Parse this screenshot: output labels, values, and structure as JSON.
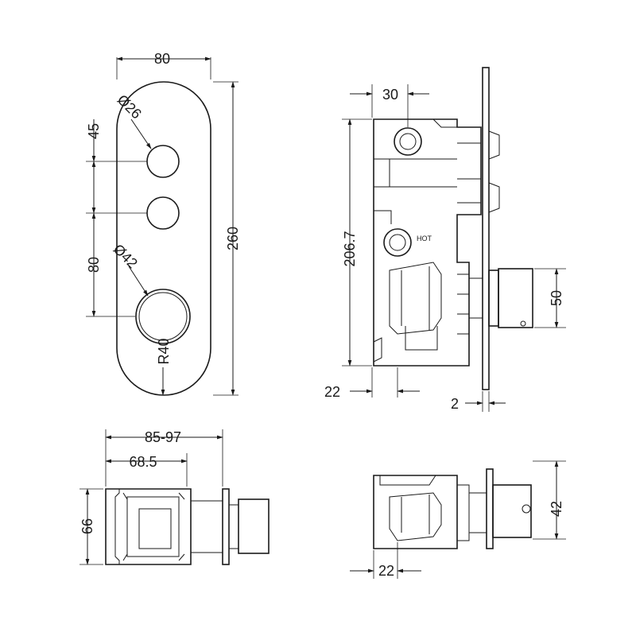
{
  "colors": {
    "line": "#1a1a1a",
    "background": "#ffffff"
  },
  "front_view": {
    "width": "80",
    "small_dia": "Ø26",
    "spacing_top": "45",
    "spacing_bottom": "80",
    "large_dia": "Ø42",
    "height": "260",
    "radius": "R40"
  },
  "side_view": {
    "outlet_offset": "30",
    "body_height": "206.7",
    "hot_label": "HOT",
    "handle_height": "50",
    "depth_min": "22",
    "plate": "2"
  },
  "bottom_left_view": {
    "depth_range": "85-97",
    "depth": "68.5",
    "height": "66"
  },
  "bottom_right_view": {
    "offset": "22",
    "height": "42"
  }
}
